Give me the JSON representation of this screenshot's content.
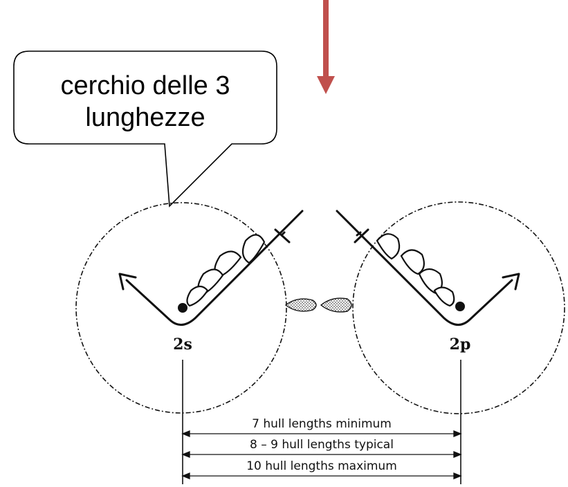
{
  "callout": {
    "line1": "cerchio delle 3",
    "line2": "lunghezze"
  },
  "marks": {
    "left": "2s",
    "right": "2p"
  },
  "dimensions": [
    {
      "label": "7 hull lengths minimum"
    },
    {
      "label": "8 – 9 hull lengths typical"
    },
    {
      "label": "10 hull lengths maximum"
    }
  ],
  "colors": {
    "arrow": "#c0504d",
    "ink": "#111111",
    "shading": "#9a9a9a"
  }
}
